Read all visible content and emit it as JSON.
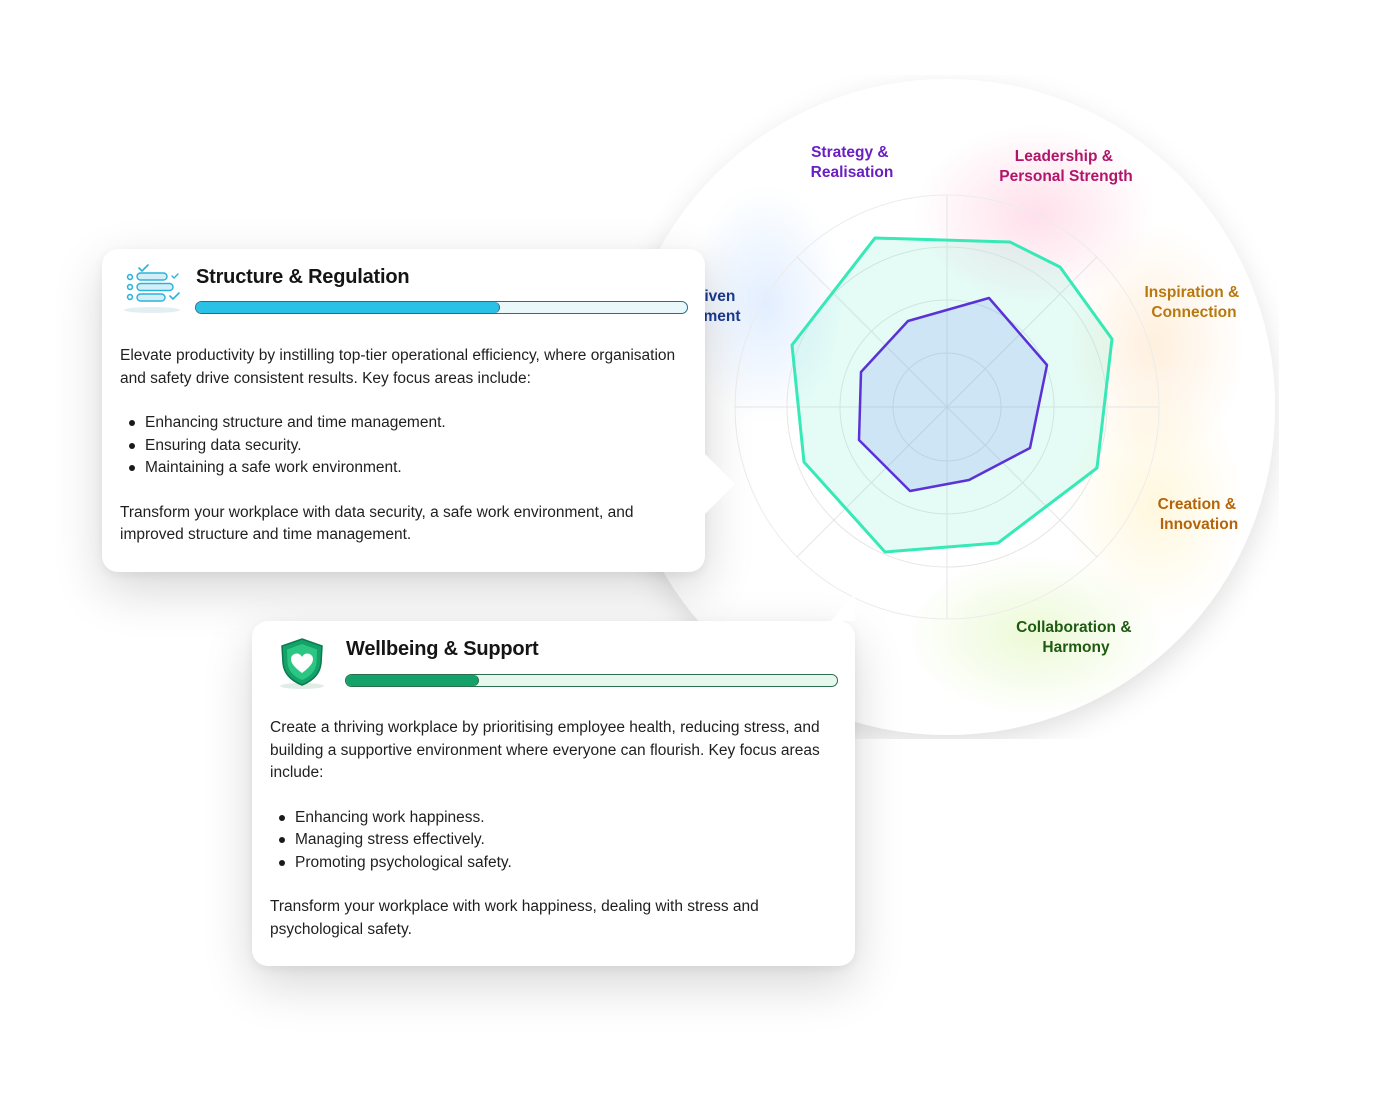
{
  "wheel": {
    "segments": [
      {
        "line1": "Strategy &",
        "line2": "Realisation",
        "color": "#6a1fc2"
      },
      {
        "line1": "Leadership &",
        "line2": "Personal Strength",
        "color": "#b0146b"
      },
      {
        "line1": "Inspiration &",
        "line2": "Connection",
        "color": "#b8780d"
      },
      {
        "line1": "Creation &",
        "line2": "Innovation",
        "color": "#b5640a"
      },
      {
        "line1": "Collaboration &",
        "line2": "Harmony",
        "color": "#1f5a12"
      },
      {
        "line1": "iven",
        "line2": "ment",
        "color": "#1a3a8f"
      }
    ],
    "outer_polygon_color": "#36e9b6",
    "inner_polygon_color": "#5b32d6"
  },
  "cards": [
    {
      "title": "Structure & Regulation",
      "icon": "checklist-icon",
      "progress": 0.62,
      "accent": "#29c1e6",
      "intro": "Elevate productivity by instilling top-tier operational efficiency, where organisation and safety drive consistent results. Key focus areas include:",
      "bullets": [
        "Enhancing structure and time management.",
        "Ensuring data security.",
        "Maintaining a safe work environment."
      ],
      "outro": "Transform your workplace with data security, a safe work environment, and improved structure and time management."
    },
    {
      "title": "Wellbeing & Support",
      "icon": "heart-shield-icon",
      "progress": 0.27,
      "accent": "#12a26a",
      "intro": "Create a thriving workplace by prioritising employee health, reducing stress, and building a supportive environment where everyone can flourish. Key focus areas include:",
      "bullets": [
        "Enhancing work happiness.",
        "Managing stress effectively.",
        "Promoting psychological safety."
      ],
      "outro": "Transform your workplace with work happiness, dealing with stress and psychological safety."
    }
  ]
}
